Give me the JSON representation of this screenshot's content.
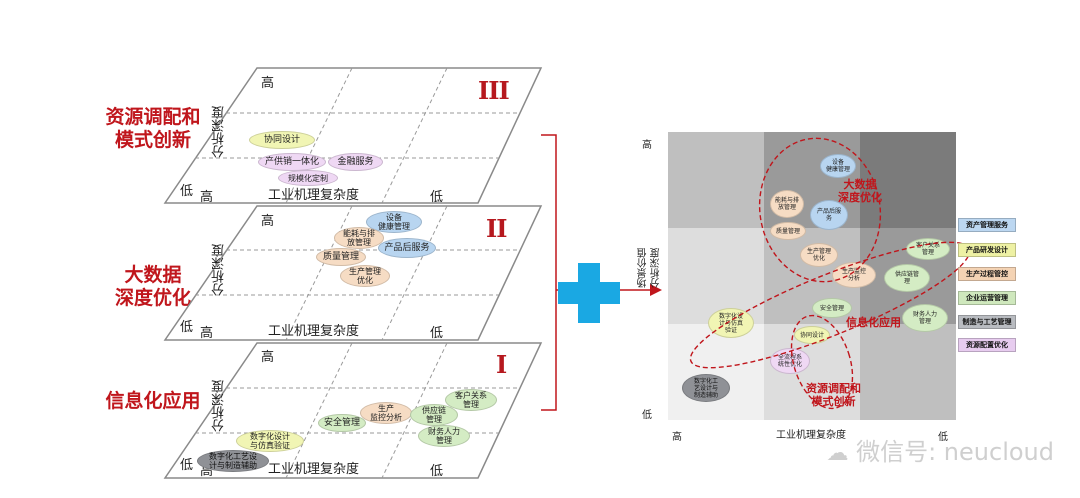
{
  "layers": [
    {
      "title": "资源调配和\n模式创新",
      "numeral": "III",
      "y_high": "高",
      "y_axis": "分析深度",
      "y_low": "低",
      "x_high": "高",
      "x_axis": "工业机理复杂度",
      "x_low": "低",
      "items": [
        "协同设计",
        "产供销一体化",
        "金融服务",
        "规模化定制"
      ]
    },
    {
      "title": "大数据\n深度优化",
      "numeral": "II",
      "y_high": "高",
      "y_axis": "分析深度",
      "y_low": "低",
      "x_high": "高",
      "x_axis": "工业机理复杂度",
      "x_low": "低",
      "items": [
        "设备\n健康管理",
        "能耗与排\n放管理",
        "产品后服务",
        "质量管理",
        "生产管理\n优化"
      ]
    },
    {
      "title": "信息化应用",
      "numeral": "I",
      "y_high": "高",
      "y_axis": "分析深度",
      "y_low": "低",
      "x_high": "高",
      "x_axis": "工业机理复杂度",
      "x_low": "低",
      "items": [
        "客户关系\n管理",
        "生产\n监控分析",
        "供应链\n管理",
        "安全管理",
        "财务人力\n管理",
        "数字化设计\n与仿真验证",
        "数字化工艺设\n计与制造辅助"
      ]
    }
  ],
  "matrix": {
    "y_high": "高",
    "y_low": "低",
    "y_axis_1": "场景价值",
    "y_axis_2": "分析深度",
    "x_high": "高",
    "x_axis": "工业机理复杂度",
    "x_low": "低",
    "items": [
      "设备\n健康管理",
      "能耗与排\n放管理",
      "产品后服\n务",
      "质量管理",
      "生产管理\n优化",
      "客户关系\n管理",
      "生产监控\n分析",
      "供应链管\n理",
      "安全管理",
      "数字化设\n计与仿真\n验证",
      "协同设计",
      "财务人力\n管理",
      "全流程系\n统性优化",
      "数字化工\n艺设计与\n制造辅助"
    ],
    "region_labels": [
      "大数据\n深度优化",
      "信息化应用",
      "资源调配和\n模式创新"
    ],
    "legend": [
      {
        "label": "资产管理服务",
        "color": "#bcd7f1"
      },
      {
        "label": "产品研发设计",
        "color": "#eef1a4"
      },
      {
        "label": "生产过程管控",
        "color": "#f4d3b4"
      },
      {
        "label": "企业运营管理",
        "color": "#cfe8bd"
      },
      {
        "label": "制造与工艺管理",
        "color": "#b9bcc1"
      },
      {
        "label": "资源配置优化",
        "color": "#e7ccef"
      }
    ]
  },
  "watermark": "微信号: neucloud"
}
